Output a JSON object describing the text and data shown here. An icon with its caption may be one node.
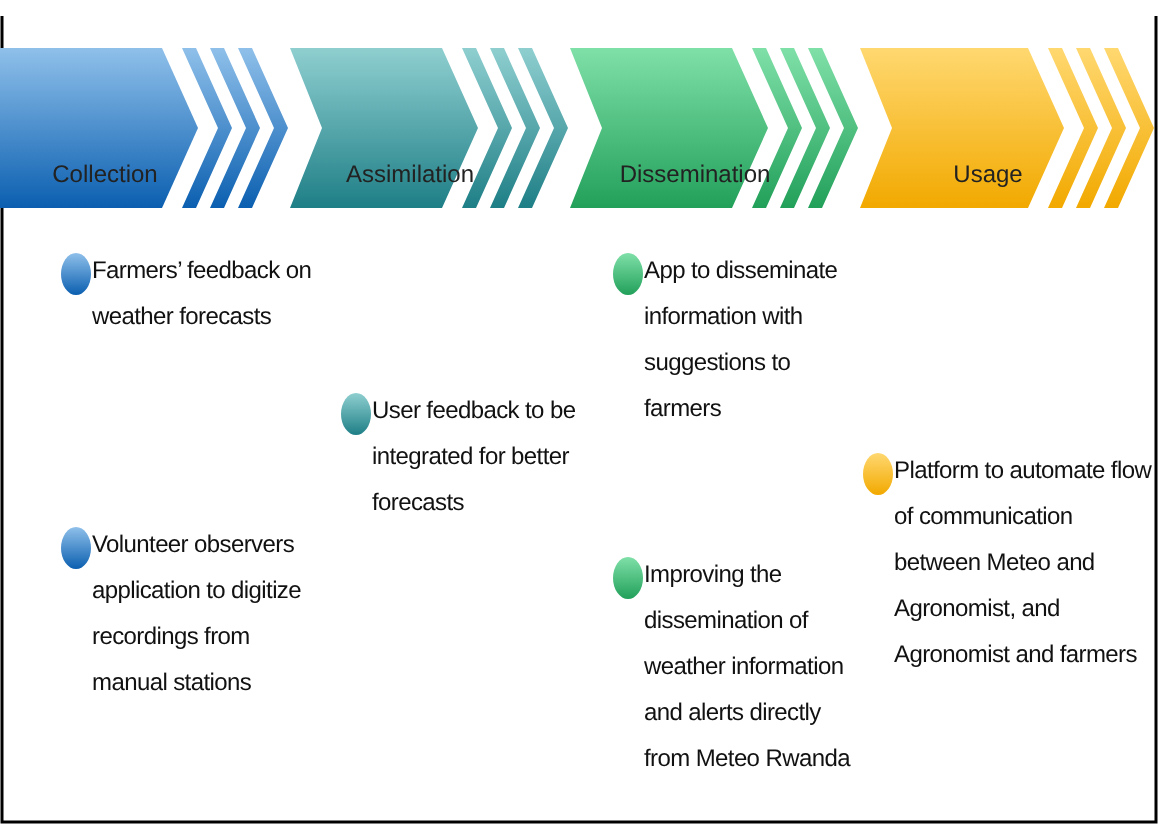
{
  "diagram": {
    "nodes": [
      {
        "text": [
          "Collection"
        ]
      },
      {
        "text": [
          "Assimilation"
        ]
      },
      {
        "text": [
          "Dissemination"
        ]
      },
      {
        "text": [
          "Usage"
        ]
      }
    ],
    "labels": [
      "Farmers’ feedback on weather forecasts",
      "Volunteer observers application to digitize recordings from manual stations",
      "User feedback to be integrated for better forecasts",
      "App to disseminate information with suggestions to farmers",
      "Improving the dissemination of weather information and alerts directly from Meteo Rwanda",
      "Platform to automate flow of communication between Meteo and Agronomist, and Agronomist and farmers"
    ]
  }
}
